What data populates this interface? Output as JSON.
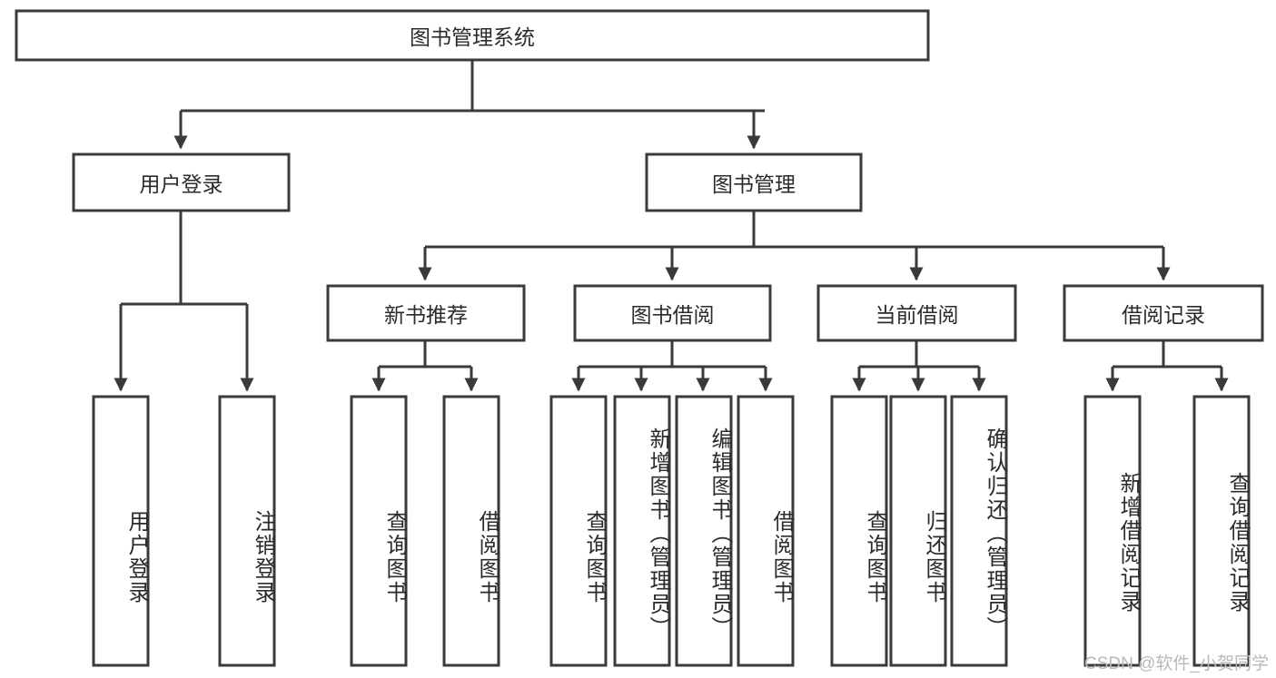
{
  "diagram": {
    "title": "图书管理系统",
    "type": "tree-hierarchy",
    "watermark": "CSDN @软件_小贺同学",
    "colors": {
      "stroke": "#3a3a3a",
      "fill": "#ffffff",
      "text": "#2b2b2b",
      "watermark": "#b9b9b9"
    },
    "root": {
      "label": "图书管理系统"
    },
    "level2": [
      {
        "label": "用户登录"
      },
      {
        "label": "图书管理"
      }
    ],
    "level3": [
      {
        "label": "新书推荐"
      },
      {
        "label": "图书借阅"
      },
      {
        "label": "当前借阅"
      },
      {
        "label": "借阅记录"
      }
    ],
    "leaves": {
      "user_login": [
        {
          "label": "用户登录"
        },
        {
          "label": "注销登录"
        }
      ],
      "new_book_recommend": [
        {
          "label": "查询图书"
        },
        {
          "label": "借阅图书"
        }
      ],
      "book_borrow": [
        {
          "label": "查询图书"
        },
        {
          "label": "新增图书（管理员）"
        },
        {
          "label": "编辑图书（管理员）"
        },
        {
          "label": "借阅图书"
        }
      ],
      "current_borrow": [
        {
          "label": "查询图书"
        },
        {
          "label": "归还图书"
        },
        {
          "label": "确认归还（管理员）"
        }
      ],
      "borrow_record": [
        {
          "label": "新增借阅记录"
        },
        {
          "label": "查询借阅记录"
        }
      ]
    }
  }
}
